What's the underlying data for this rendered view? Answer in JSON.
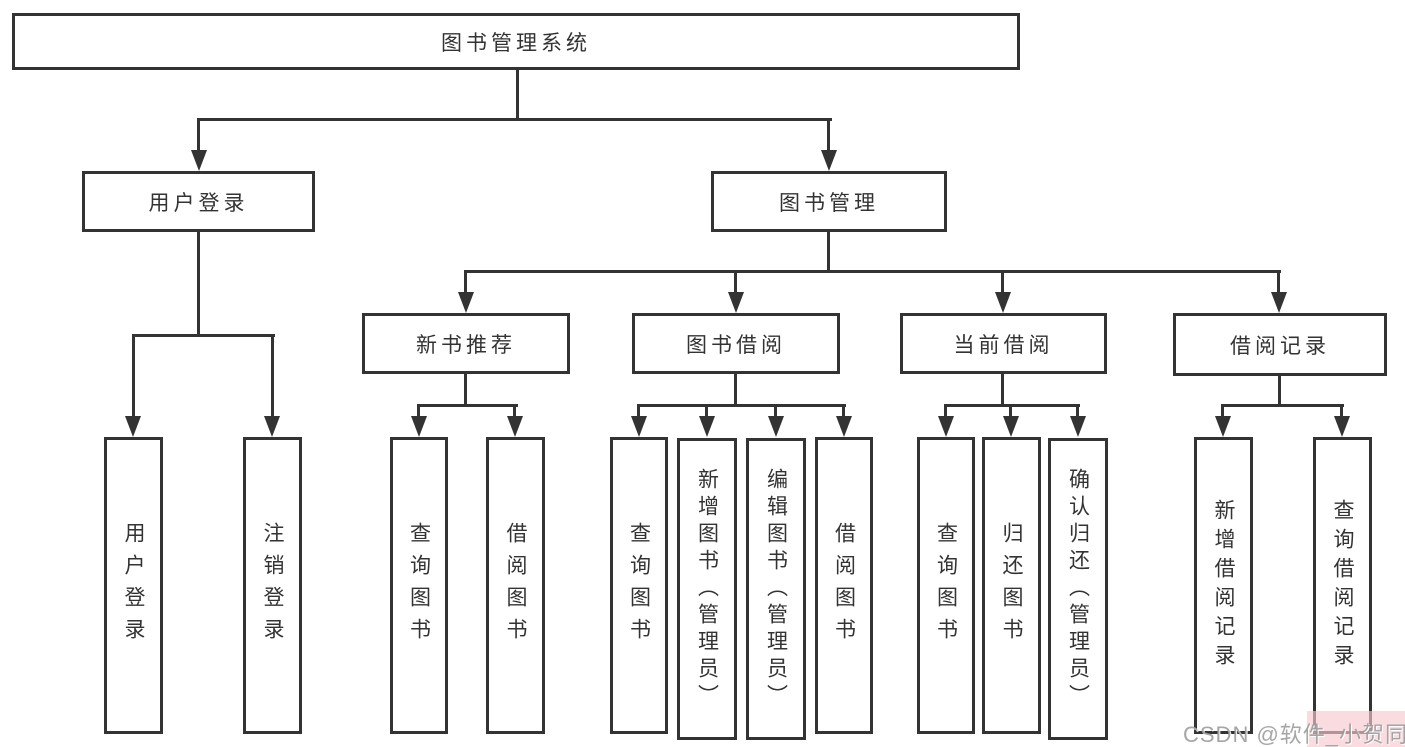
{
  "tree": {
    "label": "图书管理系统",
    "children": [
      {
        "label": "用户登录",
        "children": [
          {
            "label": "用户登录"
          },
          {
            "label": "注销登录"
          }
        ]
      },
      {
        "label": "图书管理",
        "children": [
          {
            "label": "新书推荐",
            "children": [
              {
                "label": "查询图书"
              },
              {
                "label": "借阅图书"
              }
            ]
          },
          {
            "label": "图书借阅",
            "children": [
              {
                "label": "查询图书"
              },
              {
                "label": "新增图书（管理员）"
              },
              {
                "label": "编辑图书（管理员）"
              },
              {
                "label": "借阅图书"
              }
            ]
          },
          {
            "label": "当前借阅",
            "children": [
              {
                "label": "查询图书"
              },
              {
                "label": "归还图书"
              },
              {
                "label": "确认归还（管理员）"
              }
            ]
          },
          {
            "label": "借阅记录",
            "children": [
              {
                "label": "新增借阅记录"
              },
              {
                "label": "查询借阅记录"
              }
            ]
          }
        ]
      }
    ]
  },
  "watermark": {
    "text": "CSDN @软件_小贺同学"
  },
  "colors": {
    "line": "#333333",
    "background": "#ffffff",
    "watermark_pink": "#f7c9d0"
  }
}
